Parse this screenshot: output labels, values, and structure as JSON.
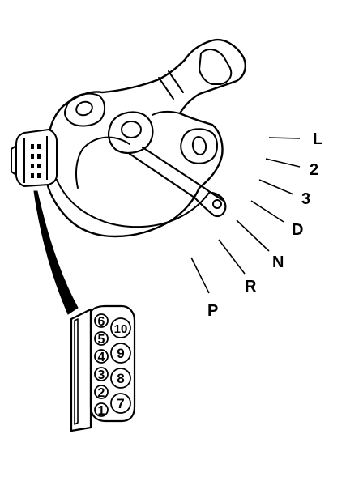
{
  "colors": {
    "line": "#000000",
    "background": "#ffffff"
  },
  "switch": {
    "positions": [
      "L",
      "2",
      "3",
      "D",
      "N",
      "R",
      "P"
    ]
  },
  "connector": {
    "left_column_pins": [
      "6",
      "5",
      "4",
      "3",
      "2",
      "1"
    ],
    "right_column_pins": [
      "10",
      "9",
      "8",
      "7"
    ]
  }
}
